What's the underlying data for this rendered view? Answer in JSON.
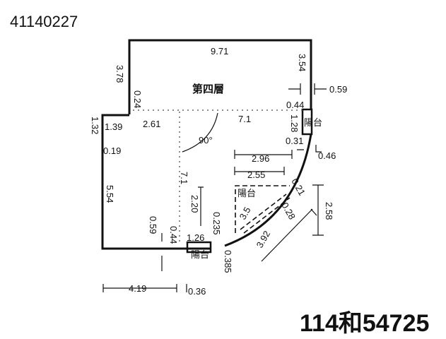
{
  "header": {
    "document_id": "41140227"
  },
  "footer": {
    "case_number": "114和54725"
  },
  "plan": {
    "floor_label": "第四層",
    "balcony_right": "陽台",
    "balcony_bottom": "陽台",
    "balcony_dashed": "陽台",
    "angle": "90°",
    "dims": {
      "top": "9.71",
      "left_upper": "3.78",
      "right_upper": "3.54",
      "right_offset": "0.59",
      "d044_top": "0.44",
      "d024": "0.24",
      "d261": "2.61",
      "d71_h": "7.1",
      "d132": "1.32",
      "d139": "1.39",
      "d019": "0.19",
      "d128": "1.28",
      "d031": "0.31",
      "d046": "0.46",
      "d296": "2.96",
      "d255": "2.55",
      "d021": "0.21",
      "d71_v": "7.1",
      "d554": "5.54",
      "d220": "2.20",
      "d35": "3.5",
      "d028": "0.28",
      "d258": "2.58",
      "d0235": "0.235",
      "d059": "0.59",
      "d044_bottom": "0.44",
      "d126": "1.26",
      "d392": "3.92",
      "d0385": "0.385",
      "d419": "4.19",
      "d036": "0.36"
    }
  }
}
